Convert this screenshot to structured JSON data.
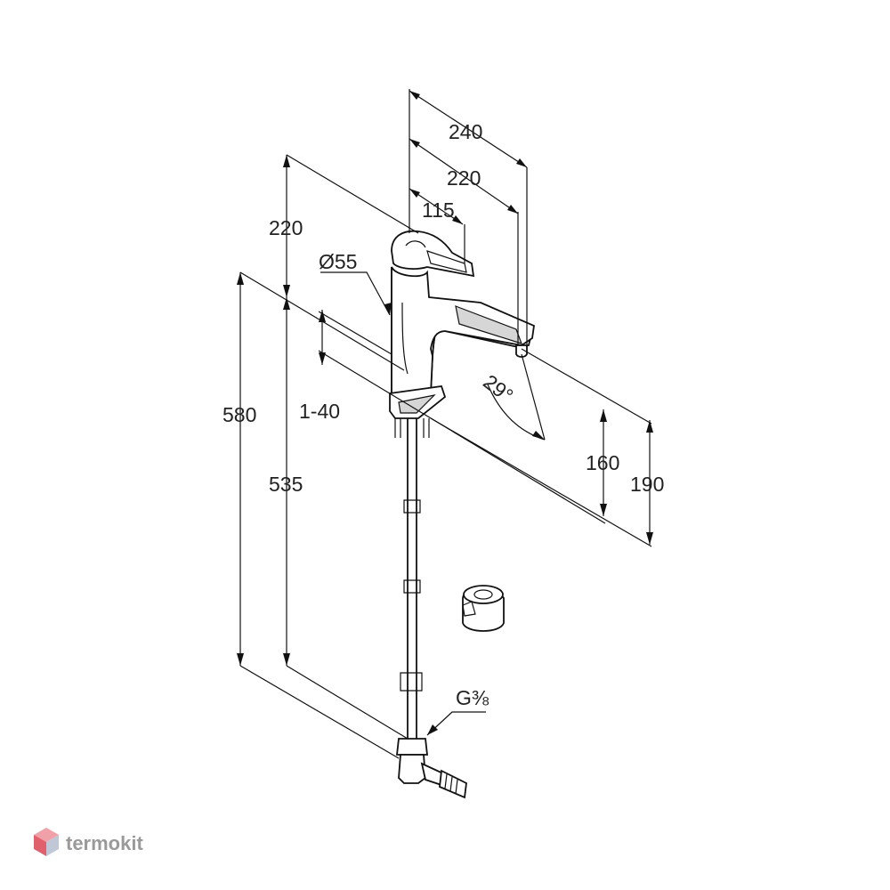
{
  "dimensions": {
    "d240": "240",
    "d220_top": "220",
    "d115": "115",
    "d220_left": "220",
    "d55": "Ø55",
    "d580": "580",
    "d535": "535",
    "d1_40": "1-40",
    "d29": "29°",
    "d160": "160",
    "d190": "190",
    "thread": "G⅜"
  },
  "watermark": {
    "brand": "termokit"
  },
  "colors": {
    "line": "#111111",
    "watermark_text": "#9a9a9a",
    "logo_top": "#f0a0a8",
    "logo_left": "#e0606e",
    "logo_right": "#c0c8d8"
  }
}
